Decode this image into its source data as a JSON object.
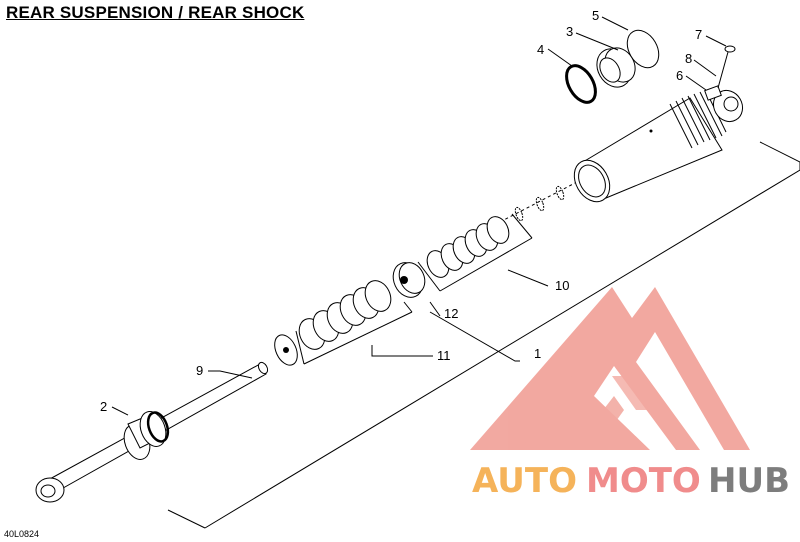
{
  "diagram": {
    "title": "REAR SUSPENSION / REAR SHOCK",
    "drawing_code": "40L0824",
    "callouts": [
      "1",
      "2",
      "3",
      "4",
      "5",
      "6",
      "7",
      "8",
      "9",
      "10",
      "11",
      "12"
    ]
  },
  "watermark": {
    "word_1": "AUTO",
    "word_2": "MOTO",
    "word_3": "HUB",
    "colors": {
      "auto": "#f5b35a",
      "moto": "#f08c8c",
      "hub": "#7d7d7d",
      "logo": "#f09a90"
    }
  }
}
